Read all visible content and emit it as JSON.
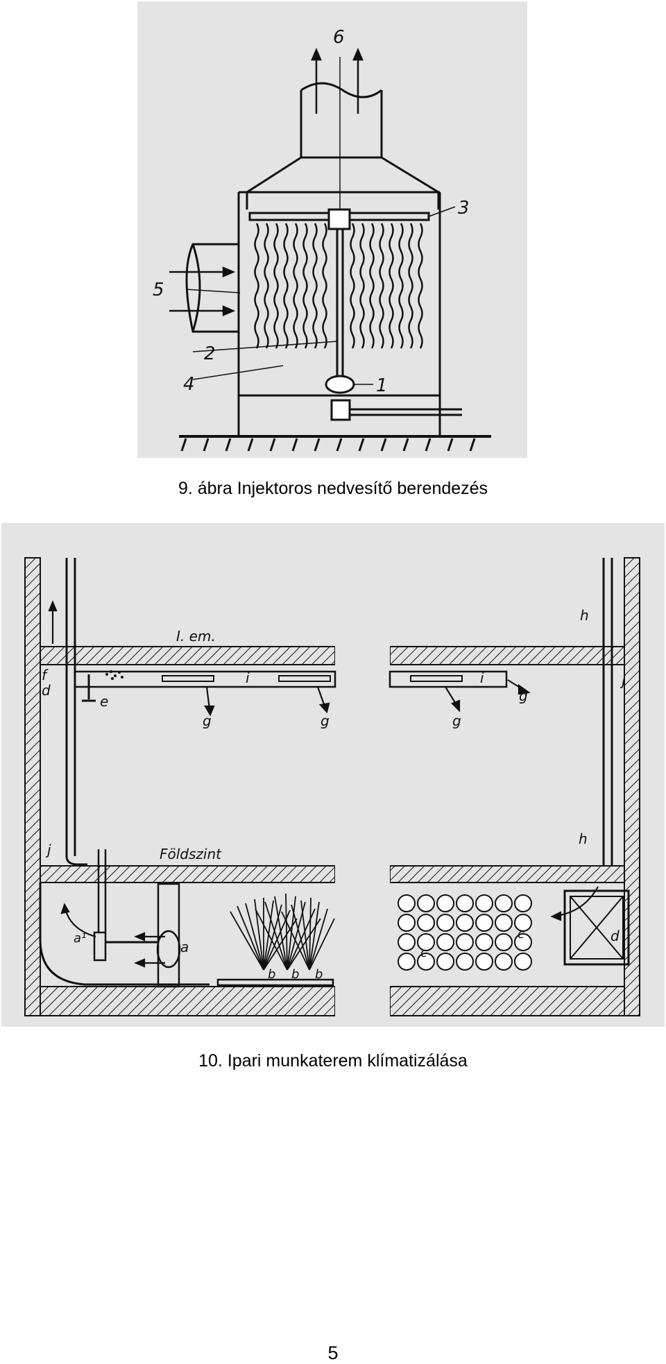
{
  "figure1": {
    "caption": "9. ábra Injektoros nedvesítő berendezés",
    "labels": {
      "n1": "1",
      "n2": "2",
      "n3": "3",
      "n4": "4",
      "n5": "5",
      "n6": "6"
    }
  },
  "figure2": {
    "caption": "10. Ipari munkaterem klímatizálása",
    "labels": {
      "floor_upper": "I. em.",
      "floor_ground": "Földszint",
      "f": "f",
      "d_small": "d",
      "e": "e",
      "g": "g",
      "i": "i",
      "h": "h",
      "j": "j",
      "a": "a",
      "a1": "a¹",
      "b": "b",
      "c": "c",
      "d": "d"
    }
  },
  "page": {
    "number": "5"
  }
}
